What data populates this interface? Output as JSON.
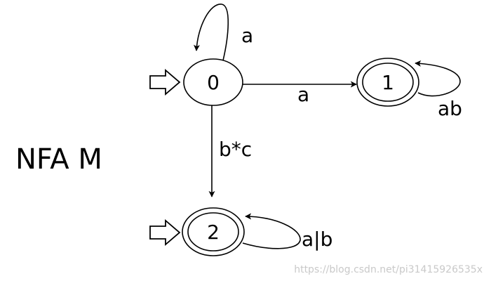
{
  "diagram": {
    "title": "NFA M",
    "states": [
      {
        "id": "0",
        "label": "0",
        "accepting": false,
        "initial": true
      },
      {
        "id": "1",
        "label": "1",
        "accepting": true,
        "initial": false
      },
      {
        "id": "2",
        "label": "2",
        "accepting": true,
        "initial": true
      }
    ],
    "transitions": [
      {
        "from": "0",
        "to": "0",
        "label": "a"
      },
      {
        "from": "0",
        "to": "1",
        "label": "a"
      },
      {
        "from": "1",
        "to": "1",
        "label": "ab"
      },
      {
        "from": "0",
        "to": "2",
        "label": "b*c"
      },
      {
        "from": "2",
        "to": "2",
        "label": "a|b"
      }
    ],
    "watermark": "https://blog.csdn.net/pi31415926535x",
    "colors": {
      "stroke": "#000000",
      "background": "#ffffff",
      "watermark": "#c9c9c9"
    }
  }
}
